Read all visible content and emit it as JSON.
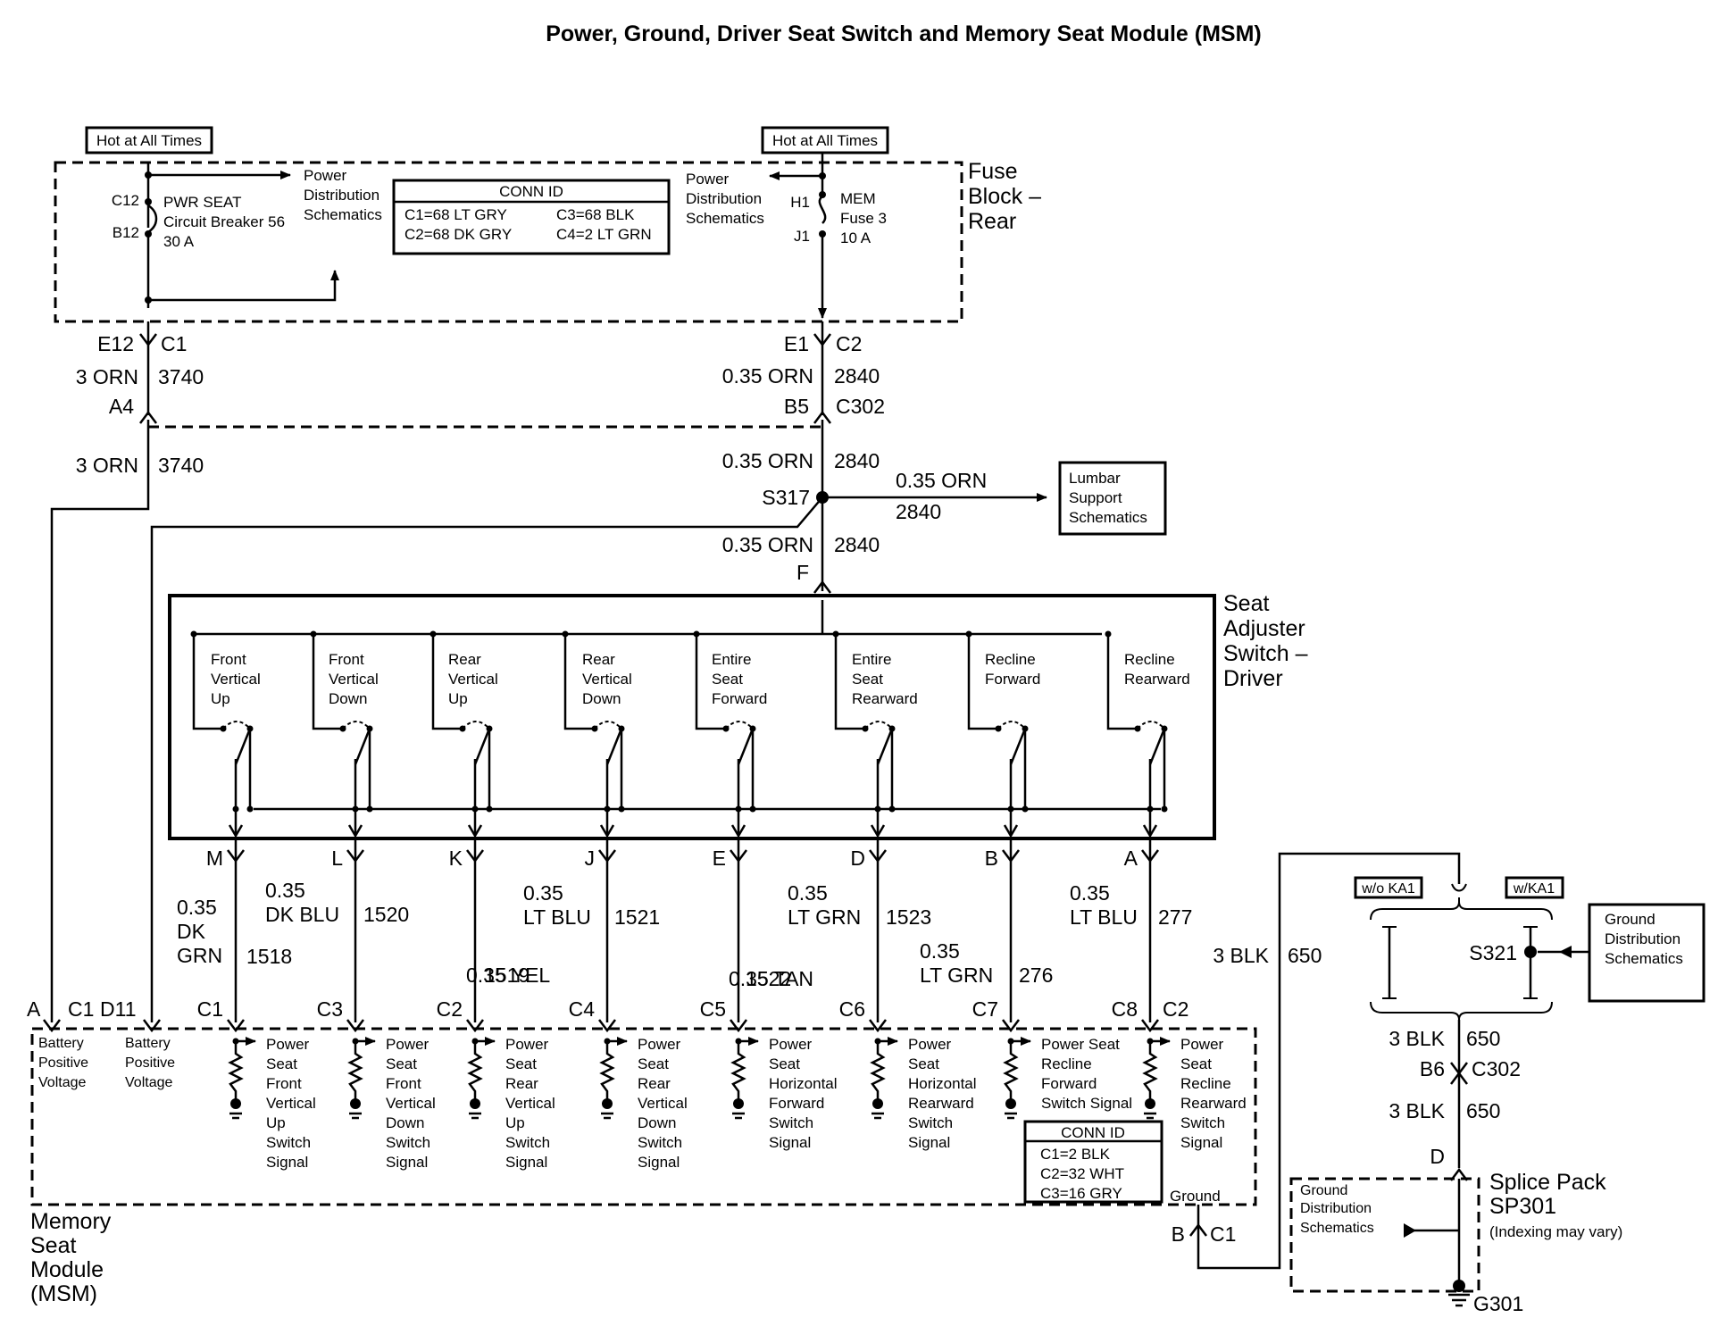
{
  "title": "Power, Ground, Driver Seat Switch and Memory Seat Module (MSM)",
  "fuse_block": {
    "name_lines": [
      "Fuse",
      "Block –",
      "Rear"
    ],
    "hot_left": "Hot at All Times",
    "hot_right": "Hot at All Times",
    "cb_pin_top": "C12",
    "cb_pin_bottom": "B12",
    "cb_lines": [
      "PWR SEAT",
      "Circuit Breaker 56",
      "30 A"
    ],
    "power_dist_left": [
      "Power",
      "Distribution",
      "Schematics"
    ],
    "power_dist_right": [
      "Power",
      "Distribution",
      "Schematics"
    ],
    "conn_id_title": "CONN ID",
    "conn_ids": [
      "C1=68 LT GRY",
      "C3=68 BLK",
      "C2=68 DK GRY",
      "C4=2 LT GRN"
    ],
    "fuse_pin_top": "H1",
    "fuse_pin_bottom": "J1",
    "fuse_lines": [
      "MEM",
      "Fuse 3",
      "10 A"
    ]
  },
  "left_circuit": {
    "pin": "E12",
    "conn": "C1",
    "wire1": "3 ORN",
    "ckt1": "3740",
    "pin2": "A4",
    "wire2": "3 ORN",
    "ckt2": "3740"
  },
  "right_circuit": {
    "pin": "E1",
    "conn": "C2",
    "wire1": "0.35 ORN",
    "ckt1": "2840",
    "pin2": "B5",
    "conn2": "C302",
    "wire2": "0.35 ORN",
    "ckt2": "2840",
    "splice": "S317",
    "branch_wire": "0.35 ORN",
    "branch_ckt": "2840",
    "lumbar_lines": [
      "Lumbar",
      "Support",
      "Schematics"
    ],
    "wire3": "0.35 ORN",
    "ckt3": "2840",
    "switch_pin": "F"
  },
  "seat_switch": {
    "name_lines": [
      "Seat",
      "Adjuster",
      "Switch –",
      "Driver"
    ],
    "switches": [
      [
        "Front",
        "Vertical",
        "Up"
      ],
      [
        "Front",
        "Vertical",
        "Down"
      ],
      [
        "Rear",
        "Vertical",
        "Up"
      ],
      [
        "Rear",
        "Vertical",
        "Down"
      ],
      [
        "Entire",
        "Seat",
        "Forward"
      ],
      [
        "Entire",
        "Seat",
        "Rearward"
      ],
      [
        "Recline",
        "Forward"
      ],
      [
        "Recline",
        "Rearward"
      ]
    ]
  },
  "wires": [
    {
      "pin": "M",
      "gauge": [
        "0.35",
        "DK",
        "GRN"
      ],
      "ckt": "1518",
      "msm_pin": "C1"
    },
    {
      "pin": "L",
      "gauge": [
        "0.35",
        "DK BLU"
      ],
      "ckt": "1520",
      "msm_pin": "C3"
    },
    {
      "pin": "K",
      "gauge": [
        "0.35 YEL"
      ],
      "ckt": "1519",
      "msm_pin": "C2"
    },
    {
      "pin": "J",
      "gauge": [
        "0.35",
        "LT BLU"
      ],
      "ckt": "1521",
      "msm_pin": "C4"
    },
    {
      "pin": "E",
      "gauge": [
        "0.35 TAN"
      ],
      "ckt": "1522",
      "msm_pin": "C5"
    },
    {
      "pin": "D",
      "gauge": [
        "0.35",
        "LT GRN"
      ],
      "ckt": "1523",
      "msm_pin": "C6"
    },
    {
      "pin": "B",
      "gauge": [
        "0.35",
        "LT GRN"
      ],
      "ckt": "276",
      "msm_pin": "C7"
    },
    {
      "pin": "A",
      "gauge": [
        "0.35",
        "LT BLU"
      ],
      "ckt": "277",
      "msm_pin": "C8"
    }
  ],
  "msm": {
    "name_lines": [
      "Memory",
      "Seat",
      "Module",
      "(MSM)"
    ],
    "pin_a": "A",
    "pin_c1": "C1",
    "pin_d11": "D11",
    "pin_c2": "C2",
    "batt1_lines": [
      "Battery",
      "Positive",
      "Voltage"
    ],
    "batt2_lines": [
      "Battery",
      "Positive",
      "Voltage"
    ],
    "signals": [
      [
        "Power",
        "Seat",
        "Front",
        "Vertical",
        "Up",
        "Switch",
        "Signal"
      ],
      [
        "Power",
        "Seat",
        "Front",
        "Vertical",
        "Down",
        "Switch",
        "Signal"
      ],
      [
        "Power",
        "Seat",
        "Rear",
        "Vertical",
        "Up",
        "Switch",
        "Signal"
      ],
      [
        "Power",
        "Seat",
        "Rear",
        "Vertical",
        "Down",
        "Switch",
        "Signal"
      ],
      [
        "Power",
        "Seat",
        "Horizontal",
        "Forward",
        "Switch",
        "Signal"
      ],
      [
        "Power",
        "Seat",
        "Horizontal",
        "Rearward",
        "Switch",
        "Signal"
      ],
      [
        "Power Seat",
        "Recline",
        "Forward",
        "Switch Signal"
      ],
      [
        "Power",
        "Seat",
        "Recline",
        "Rearward",
        "Switch",
        "Signal"
      ]
    ],
    "conn_id_title": "CONN ID",
    "conn_ids": [
      "C1=2 BLK",
      "C2=32 WHT",
      "C3=16 GRY"
    ],
    "ground_label": "Ground",
    "ground_pin": "B",
    "ground_conn": "C1"
  },
  "ground_circuit": {
    "wire1": "3 BLK",
    "ckt1": "650",
    "wo_ka1": "w/o KA1",
    "w_ka1": "w/KA1",
    "splice": "S321",
    "gd_lines": [
      "Ground",
      "Distribution",
      "Schematics"
    ],
    "wire2": "3 BLK",
    "ckt2": "650",
    "pin": "B6",
    "conn": "C302",
    "wire3": "3 BLK",
    "ckt3": "650",
    "pin2": "D",
    "splice_pack_lines": [
      "Splice Pack",
      "SP301"
    ],
    "indexing": "(Indexing may vary)",
    "gd2_lines": [
      "Ground",
      "Distribution",
      "Schematics"
    ],
    "ground": "G301"
  }
}
